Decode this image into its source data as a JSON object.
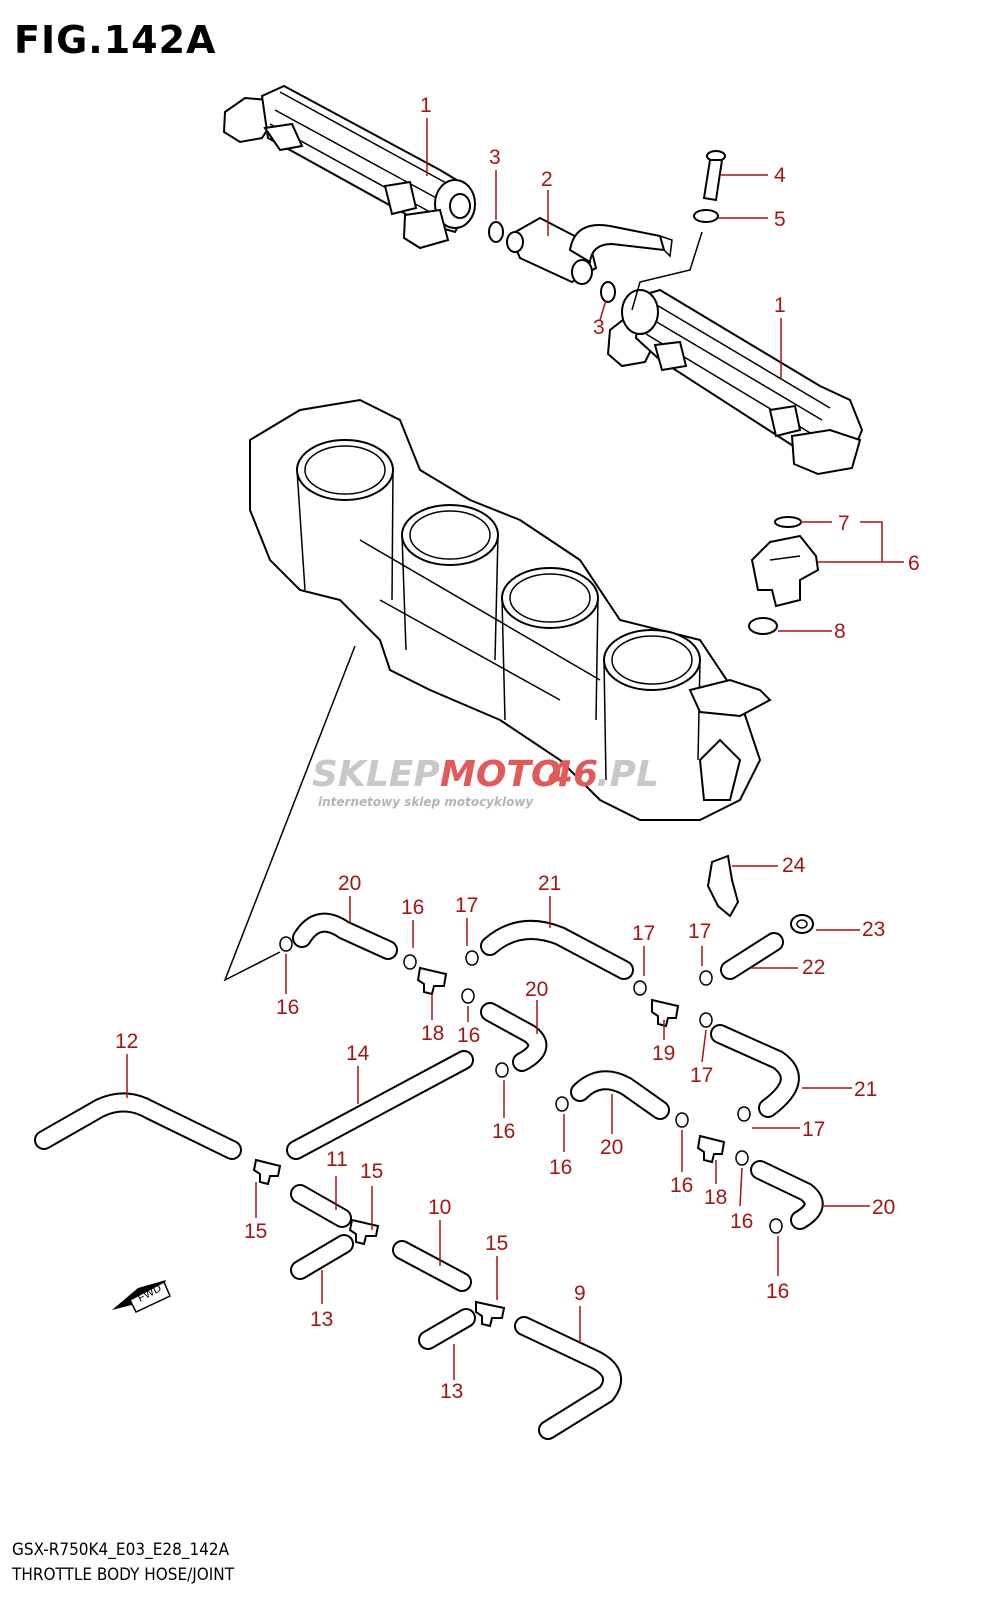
{
  "figure": {
    "title": "FIG.142A",
    "model_code": "GSX-R750K4_E03_E28_142A",
    "caption": "THROTTLE BODY HOSE/JOINT"
  },
  "watermark": {
    "brand_part1": "SKLEP",
    "brand_part2": "MOTO",
    "brand_part3": "46",
    "brand_part4": ".PL",
    "tagline": "internetowy sklep motocyklowy",
    "colors": {
      "gray": "#c8c8c8",
      "red": "#e05a5a"
    }
  },
  "fwd_label": "FWD",
  "colors": {
    "callout": "#a31616",
    "line": "#000000"
  },
  "callouts": [
    "1",
    "1",
    "2",
    "3",
    "3",
    "4",
    "5",
    "6",
    "7",
    "8",
    "20",
    "16",
    "17",
    "21",
    "17",
    "17",
    "24",
    "23",
    "22",
    "16",
    "18",
    "16",
    "20",
    "19",
    "17",
    "21",
    "12",
    "14",
    "16",
    "16",
    "20",
    "17",
    "11",
    "15",
    "15",
    "10",
    "16",
    "18",
    "16",
    "20",
    "15",
    "13",
    "9",
    "13",
    "16"
  ]
}
